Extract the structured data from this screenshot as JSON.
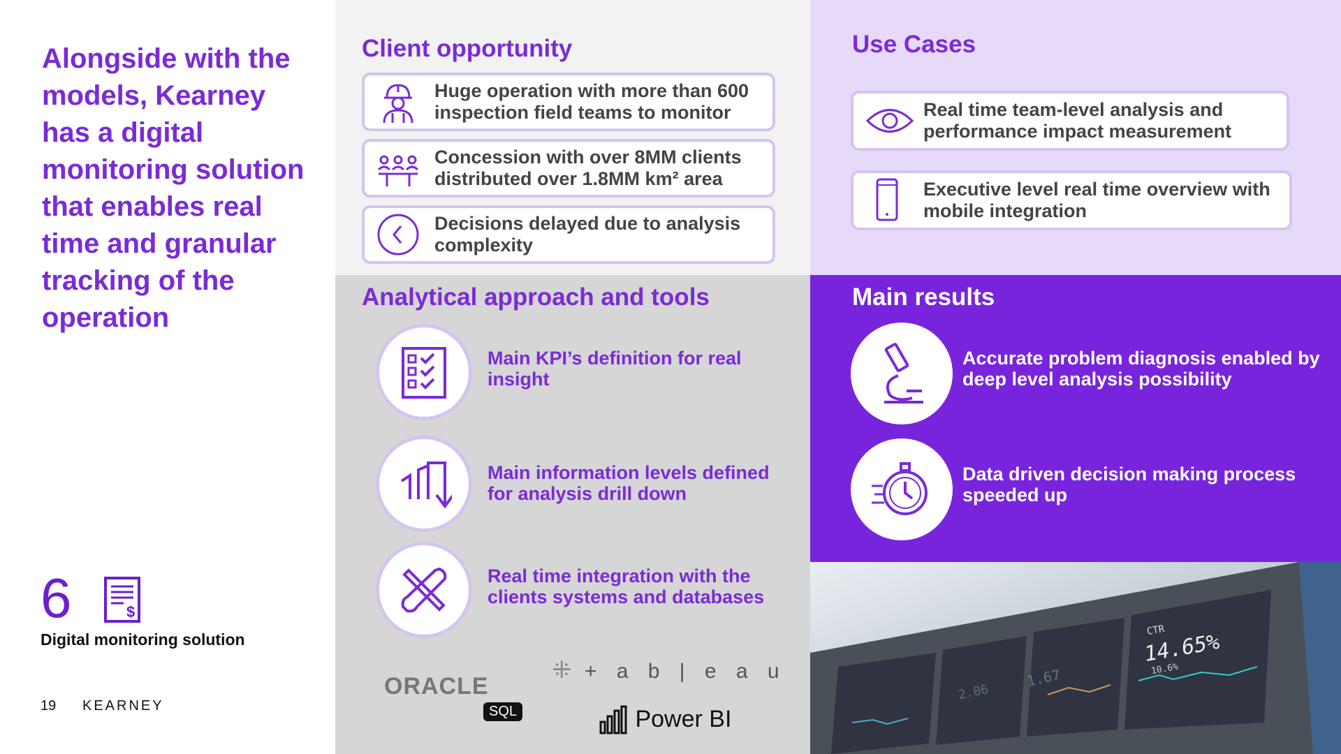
{
  "left": {
    "headline": "Alongside with the models, Kearney has a digital monitoring solution that enables real time and granular tracking of the operation",
    "number": "6",
    "caption": "Digital monitoring solution",
    "page_number": "19",
    "brand": "KEARNEY",
    "icon": "invoice-dollar-icon"
  },
  "client_opportunity": {
    "title": "Client opportunity",
    "items": [
      {
        "icon": "field-worker-icon",
        "text": "Huge operation with more than 600 inspection field teams to monitor"
      },
      {
        "icon": "team-meeting-icon",
        "text": "Concession with over 8MM clients distributed over 1.8MM km² area"
      },
      {
        "icon": "clock-back-icon",
        "text": "Decisions delayed due to analysis complexity"
      }
    ]
  },
  "use_cases": {
    "title": "Use Cases",
    "items": [
      {
        "icon": "eye-icon",
        "text": "Real time team-level analysis and performance impact measurement"
      },
      {
        "icon": "mobile-phone-icon",
        "text": "Executive level real time overview with mobile integration"
      }
    ]
  },
  "analytical": {
    "title": "Analytical approach and tools",
    "items": [
      {
        "icon": "checklist-icon",
        "text": "Main KPI’s definition for real insight"
      },
      {
        "icon": "drill-down-icon",
        "text": "Main information levels defined for analysis drill down"
      },
      {
        "icon": "tools-icon",
        "text": "Real time integration with the clients systems and databases"
      }
    ],
    "tools": {
      "oracle": "ORACLE",
      "sql": "SQL",
      "tableau": "+ a b | e a u",
      "powerbi": "Power BI"
    }
  },
  "main_results": {
    "title": "Main results",
    "items": [
      {
        "icon": "microscope-icon",
        "text": "Accurate problem diagnosis enabled by deep level analysis possibility"
      },
      {
        "icon": "stopwatch-icon",
        "text": "Data driven decision making process speeded up"
      }
    ]
  },
  "photo": {
    "ctr_label": "CTR",
    "ctr_value": "14.65%",
    "ctr_sub": "10.6%",
    "panel2_value": "1.67",
    "panel3_value": "2.06"
  },
  "colors": {
    "purple": "#7a2bd6",
    "results_bg": "#7824dc",
    "usecases_bg": "#e7d9fa",
    "analytical_bg": "#d6d6d6"
  }
}
